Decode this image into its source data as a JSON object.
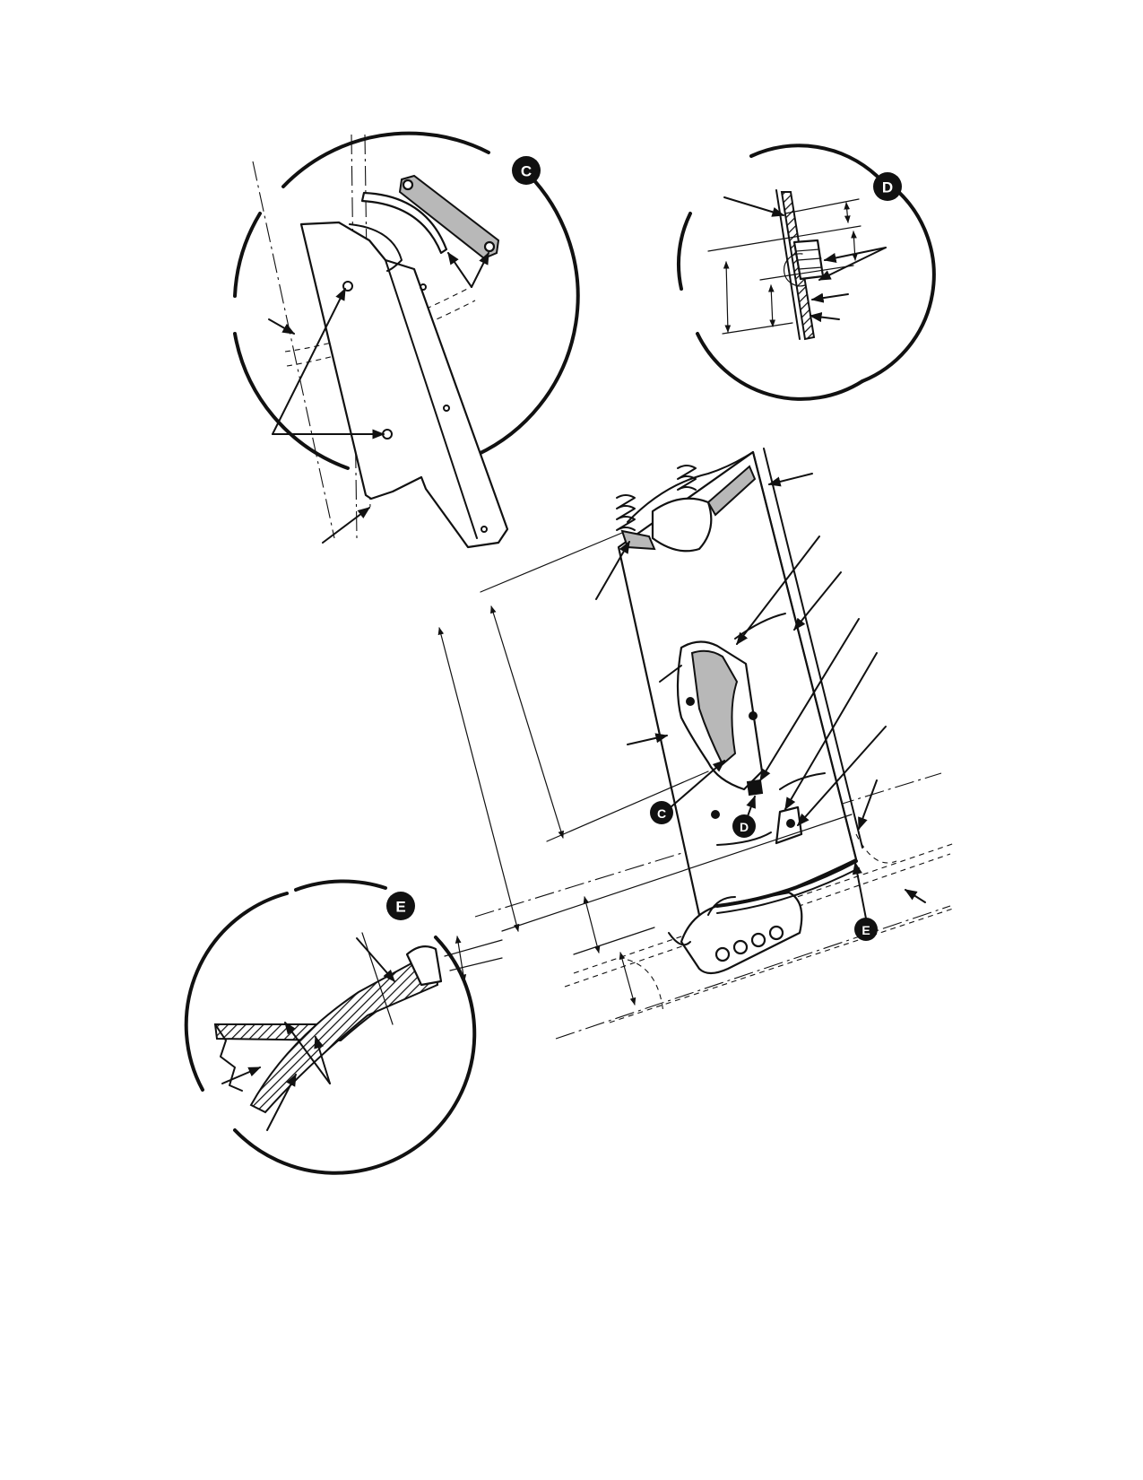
{
  "callouts": {
    "detail_c": "C",
    "detail_d": "D",
    "detail_e": "E"
  },
  "colors": {
    "ink": "#111111",
    "paper": "#ffffff",
    "shading": "#b8b8b8"
  }
}
